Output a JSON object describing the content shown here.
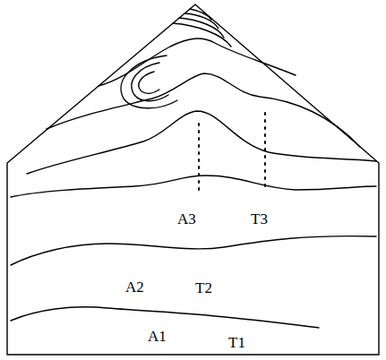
{
  "diagram": {
    "labels": [
      "A3",
      "T3",
      "A2",
      "T2",
      "A1",
      "T1"
    ]
  }
}
